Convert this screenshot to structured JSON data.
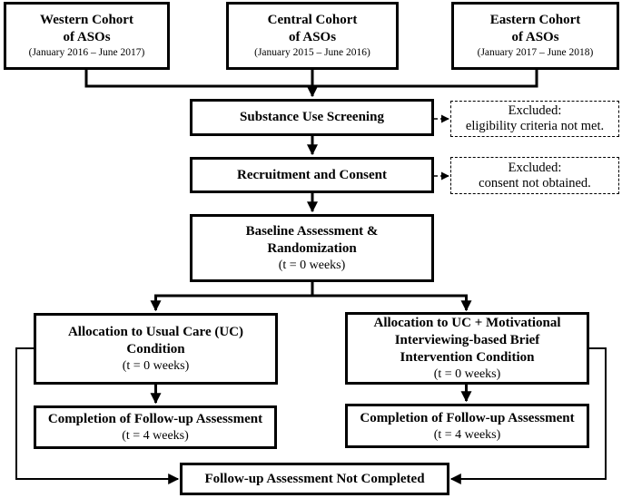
{
  "cohorts": [
    {
      "title": [
        "Western Cohort",
        "of ASOs"
      ],
      "dates": "(January 2016 – June 2017)"
    },
    {
      "title": [
        "Central Cohort",
        "of ASOs"
      ],
      "dates": "(January 2015 – June 2016)"
    },
    {
      "title": [
        "Eastern Cohort",
        "of ASOs"
      ],
      "dates": "(January 2017 – June 2018)"
    }
  ],
  "screening": {
    "label": "Substance Use Screening"
  },
  "excluded_screening": {
    "line1": "Excluded:",
    "line2": "eligibility criteria not met."
  },
  "recruitment": {
    "label": "Recruitment and Consent"
  },
  "excluded_consent": {
    "line1": "Excluded:",
    "line2": "consent not obtained."
  },
  "baseline": {
    "title": [
      "Baseline Assessment &",
      "Randomization"
    ],
    "time": "(t = 0 weeks)"
  },
  "usual_care": {
    "title": [
      "Allocation to Usual Care (UC)",
      "Condition"
    ],
    "time": "(t = 0 weeks)"
  },
  "mi_condition": {
    "title": [
      "Allocation to UC + Motivational",
      "Interviewing-based Brief",
      "Intervention Condition"
    ],
    "time": "(t = 0 weeks)"
  },
  "followup_uc": {
    "title": "Completion of Follow-up Assessment",
    "time": "(t = 4 weeks)"
  },
  "followup_mi": {
    "title": "Completion of Follow-up Assessment",
    "time": "(t = 4 weeks)"
  },
  "not_completed": {
    "label": "Follow-up Assessment Not Completed"
  }
}
